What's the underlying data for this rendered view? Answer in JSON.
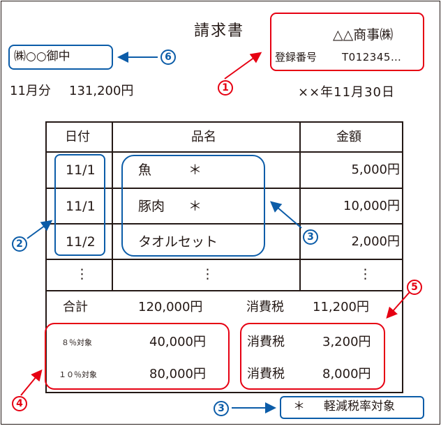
{
  "header": {
    "title": "請求書",
    "issuer": "△△商事㈱",
    "registration_label": "登録番号",
    "registration_number": "T012345…",
    "addressee": "㈱○○御中",
    "billing_month": "11月分",
    "billing_total": "131,200円",
    "issue_date": "××年11月30日"
  },
  "table": {
    "headers": [
      "日付",
      "品名",
      "金額"
    ],
    "rows": [
      {
        "date": "11/1",
        "item": "魚",
        "mark": "＊",
        "amount": "5,000円"
      },
      {
        "date": "11/1",
        "item": "豚肉",
        "mark": "＊",
        "amount": "10,000円"
      },
      {
        "date": "11/2",
        "item": "タオルセット",
        "mark": "",
        "amount": "2,000円"
      }
    ],
    "ellipsis": [
      "⋮",
      "⋮",
      "⋮"
    ]
  },
  "summary": {
    "total_label": "合計",
    "total_value": "120,000円",
    "tax_label": "消費税",
    "tax_value": "11,200円",
    "rate8_label": "８％対象",
    "rate8_value": "40,000円",
    "rate8_tax_label": "消費税",
    "rate8_tax_value": "3,200円",
    "rate10_label": "１０％対象",
    "rate10_value": "80,000円",
    "rate10_tax_label": "消費税",
    "rate10_tax_value": "8,000円"
  },
  "legend": {
    "mark": "＊",
    "text": "軽減税率対象"
  },
  "callouts": {
    "c1": "1",
    "c2": "2",
    "c3a": "3",
    "c3b": "3",
    "c4": "4",
    "c5": "5",
    "c6": "6"
  },
  "colors": {
    "red": "#e60012",
    "blue": "#0b5ca8",
    "ink": "#231815"
  }
}
